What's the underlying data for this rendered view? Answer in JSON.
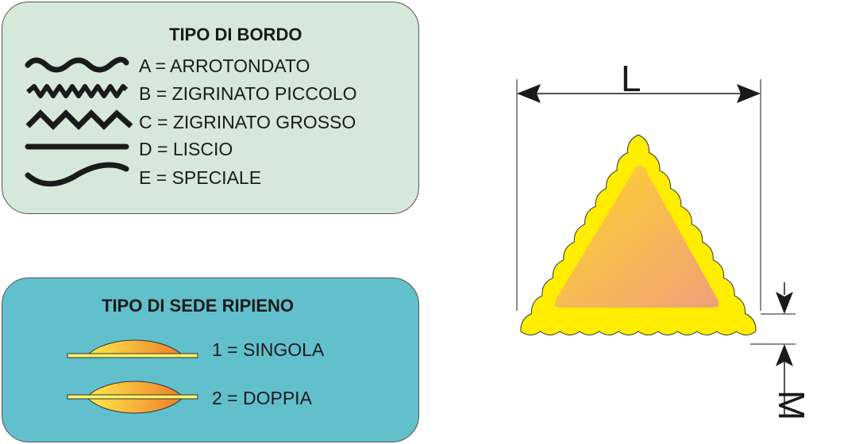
{
  "edge_types": {
    "title": "TIPO DI BORDO",
    "items": [
      {
        "label": "A = ARROTONDATO",
        "icon": "rounded-wave-edge-icon"
      },
      {
        "label": "B = ZIGRINATO PICCOLO",
        "icon": "small-zigzag-edge-icon"
      },
      {
        "label": "C = ZIGRINATO GROSSO",
        "icon": "large-zigzag-edge-icon"
      },
      {
        "label": "D = LISCIO",
        "icon": "straight-edge-icon"
      },
      {
        "label": "E = SPECIALE",
        "icon": "curved-edge-icon"
      }
    ]
  },
  "filling_types": {
    "title": "TIPO DI SEDE RIPIENO",
    "items": [
      {
        "label": "1 = SINGOLA",
        "icon": "single-filling-icon"
      },
      {
        "label": "2 = DOPPIA",
        "icon": "double-filling-icon"
      }
    ]
  },
  "dimensions": {
    "width_label": "L",
    "edge_label": "M"
  },
  "colors": {
    "bordo_panel": "#d6e8da",
    "sede_panel": "#62bfcc",
    "pasta_edge": "#ffee00",
    "filling_start": "#ffd42a",
    "filling_end": "#f0a07a"
  }
}
